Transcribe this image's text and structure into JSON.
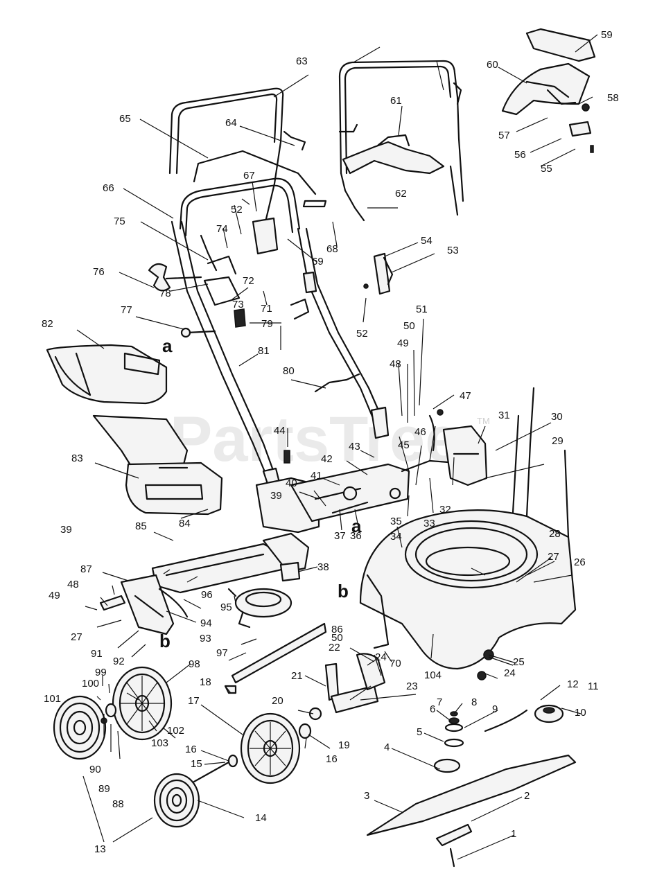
{
  "watermark": {
    "text": "PartsTree",
    "trademark": "TM"
  },
  "section_letters": [
    "a",
    "b"
  ],
  "callouts": [
    {
      "id": "1",
      "label": "1"
    },
    {
      "id": "2",
      "label": "2"
    },
    {
      "id": "3",
      "label": "3"
    },
    {
      "id": "4",
      "label": "4"
    },
    {
      "id": "5",
      "label": "5"
    },
    {
      "id": "6",
      "label": "6"
    },
    {
      "id": "7",
      "label": "7"
    },
    {
      "id": "8",
      "label": "8"
    },
    {
      "id": "9",
      "label": "9"
    },
    {
      "id": "10",
      "label": "10"
    },
    {
      "id": "11",
      "label": "11"
    },
    {
      "id": "12",
      "label": "12"
    },
    {
      "id": "13",
      "label": "13"
    },
    {
      "id": "14",
      "label": "14"
    },
    {
      "id": "15",
      "label": "15"
    },
    {
      "id": "16a",
      "label": "16"
    },
    {
      "id": "16b",
      "label": "16"
    },
    {
      "id": "17",
      "label": "17"
    },
    {
      "id": "18",
      "label": "18"
    },
    {
      "id": "19",
      "label": "19"
    },
    {
      "id": "20",
      "label": "20"
    },
    {
      "id": "21",
      "label": "21"
    },
    {
      "id": "22",
      "label": "22"
    },
    {
      "id": "23",
      "label": "23"
    },
    {
      "id": "24a",
      "label": "24"
    },
    {
      "id": "24b",
      "label": "24"
    },
    {
      "id": "25",
      "label": "25"
    },
    {
      "id": "26",
      "label": "26"
    },
    {
      "id": "27a",
      "label": "27"
    },
    {
      "id": "27b",
      "label": "27"
    },
    {
      "id": "28",
      "label": "28"
    },
    {
      "id": "29",
      "label": "29"
    },
    {
      "id": "30",
      "label": "30"
    },
    {
      "id": "31",
      "label": "31"
    },
    {
      "id": "32",
      "label": "32"
    },
    {
      "id": "33",
      "label": "33"
    },
    {
      "id": "34",
      "label": "34"
    },
    {
      "id": "35",
      "label": "35"
    },
    {
      "id": "36",
      "label": "36"
    },
    {
      "id": "37",
      "label": "37"
    },
    {
      "id": "38",
      "label": "38"
    },
    {
      "id": "39a",
      "label": "39"
    },
    {
      "id": "39b",
      "label": "39"
    },
    {
      "id": "40",
      "label": "40"
    },
    {
      "id": "41",
      "label": "41"
    },
    {
      "id": "42",
      "label": "42"
    },
    {
      "id": "43",
      "label": "43"
    },
    {
      "id": "44",
      "label": "44"
    },
    {
      "id": "45",
      "label": "45"
    },
    {
      "id": "46",
      "label": "46"
    },
    {
      "id": "47",
      "label": "47"
    },
    {
      "id": "48a",
      "label": "48"
    },
    {
      "id": "48b",
      "label": "48"
    },
    {
      "id": "49a",
      "label": "49"
    },
    {
      "id": "49b",
      "label": "49"
    },
    {
      "id": "50a",
      "label": "50"
    },
    {
      "id": "50b",
      "label": "50"
    },
    {
      "id": "51",
      "label": "51"
    },
    {
      "id": "52a",
      "label": "52"
    },
    {
      "id": "52b",
      "label": "52"
    },
    {
      "id": "53",
      "label": "53"
    },
    {
      "id": "54",
      "label": "54"
    },
    {
      "id": "55",
      "label": "55"
    },
    {
      "id": "56",
      "label": "56"
    },
    {
      "id": "57",
      "label": "57"
    },
    {
      "id": "58",
      "label": "58"
    },
    {
      "id": "59",
      "label": "59"
    },
    {
      "id": "60",
      "label": "60"
    },
    {
      "id": "61",
      "label": "61"
    },
    {
      "id": "62",
      "label": "62"
    },
    {
      "id": "63",
      "label": "63"
    },
    {
      "id": "64",
      "label": "64"
    },
    {
      "id": "65",
      "label": "65"
    },
    {
      "id": "66",
      "label": "66"
    },
    {
      "id": "67",
      "label": "67"
    },
    {
      "id": "68",
      "label": "68"
    },
    {
      "id": "69",
      "label": "69"
    },
    {
      "id": "70",
      "label": "70"
    },
    {
      "id": "71",
      "label": "71"
    },
    {
      "id": "72",
      "label": "72"
    },
    {
      "id": "73",
      "label": "73"
    },
    {
      "id": "74",
      "label": "74"
    },
    {
      "id": "75",
      "label": "75"
    },
    {
      "id": "76",
      "label": "76"
    },
    {
      "id": "77",
      "label": "77"
    },
    {
      "id": "78",
      "label": "78"
    },
    {
      "id": "79",
      "label": "79"
    },
    {
      "id": "80",
      "label": "80"
    },
    {
      "id": "81",
      "label": "81"
    },
    {
      "id": "82",
      "label": "82"
    },
    {
      "id": "83",
      "label": "83"
    },
    {
      "id": "84",
      "label": "84"
    },
    {
      "id": "85",
      "label": "85"
    },
    {
      "id": "86",
      "label": "86"
    },
    {
      "id": "87",
      "label": "87"
    },
    {
      "id": "88",
      "label": "88"
    },
    {
      "id": "89",
      "label": "89"
    },
    {
      "id": "90",
      "label": "90"
    },
    {
      "id": "91",
      "label": "91"
    },
    {
      "id": "92",
      "label": "92"
    },
    {
      "id": "93",
      "label": "93"
    },
    {
      "id": "94",
      "label": "94"
    },
    {
      "id": "95",
      "label": "95"
    },
    {
      "id": "96",
      "label": "96"
    },
    {
      "id": "97",
      "label": "97"
    },
    {
      "id": "98",
      "label": "98"
    },
    {
      "id": "99",
      "label": "99"
    },
    {
      "id": "100",
      "label": "100"
    },
    {
      "id": "101",
      "label": "101"
    },
    {
      "id": "102",
      "label": "102"
    },
    {
      "id": "103",
      "label": "103"
    },
    {
      "id": "104",
      "label": "104"
    }
  ]
}
